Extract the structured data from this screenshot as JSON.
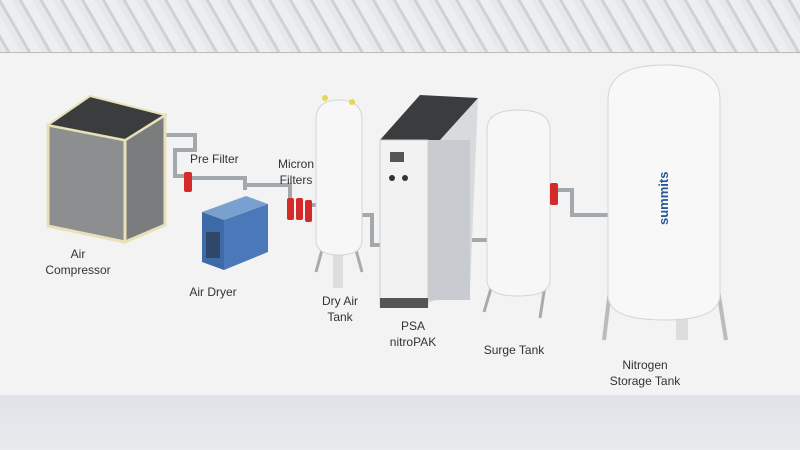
{
  "labels": {
    "air_compressor": "Air\nCompressor",
    "air_dryer": "Air Dryer",
    "pre_filter": "Pre Filter",
    "micron_filters": "Micron\nFilters",
    "dry_air_tank": "Dry Air\nTank",
    "psa": "PSA\nnitroPAK",
    "surge_tank": "Surge Tank",
    "nitrogen_storage_tank": "Nitrogen\nStorage Tank"
  },
  "brand": "summits",
  "colors": {
    "filter": "#d42a2a",
    "dryer": "#4a78b8",
    "pipe": "#9aa0a6",
    "tank": "#f7f7f7"
  }
}
